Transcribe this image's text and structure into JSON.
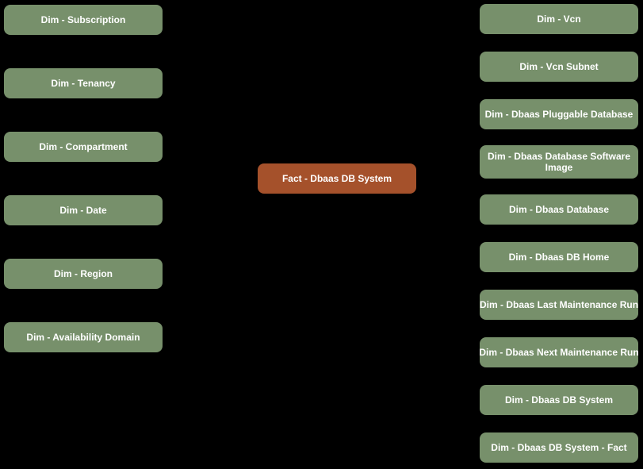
{
  "colors": {
    "background": "#000000",
    "dimension_node": "#77906B",
    "fact_node": "#A5512B",
    "node_text": "#FFFFFF"
  },
  "diagram": {
    "type": "star-schema-data-model",
    "fact_node": {
      "label": "Fact - Dbaas DB System"
    },
    "left_nodes": [
      "Dim - Subscription",
      "Dim - Tenancy",
      "Dim - Compartment",
      "Dim - Date",
      "Dim - Region",
      "Dim - Availability Domain"
    ],
    "right_nodes": [
      "Dim - Vcn",
      "Dim - Vcn Subnet",
      "Dim - Dbaas Pluggable Database",
      "Dim - Dbaas Database Software Image",
      "Dim - Dbaas Database",
      "Dim - Dbaas DB Home",
      "Dim - Dbaas Last Maintenance Run",
      "Dim - Dbaas Next Maintenance Run",
      "Dim - Dbaas DB System",
      "Dim - Dbaas DB System - Fact"
    ]
  }
}
